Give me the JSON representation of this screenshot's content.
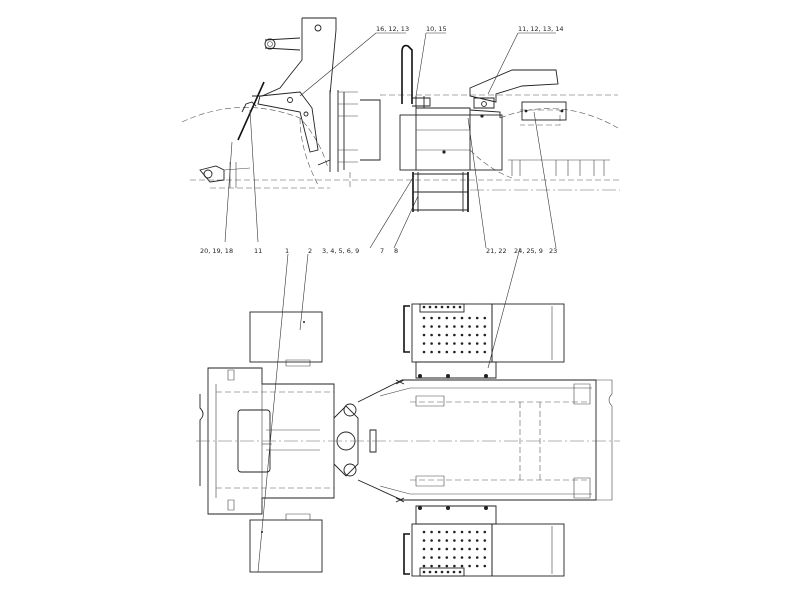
{
  "drawing": {
    "top_view_callouts": [
      {
        "label": "16, 12, 13"
      },
      {
        "label": "10, 15"
      },
      {
        "label": "11, 12, 13, 14"
      },
      {
        "label": "20, 19, 18"
      },
      {
        "label": "11"
      },
      {
        "label": "1"
      },
      {
        "label": "2"
      },
      {
        "label": "3, 4, 5, 6, 9"
      },
      {
        "label": "7"
      },
      {
        "label": "8"
      },
      {
        "label": "21, 22"
      },
      {
        "label": "24, 25, 9"
      },
      {
        "label": "23"
      }
    ]
  }
}
